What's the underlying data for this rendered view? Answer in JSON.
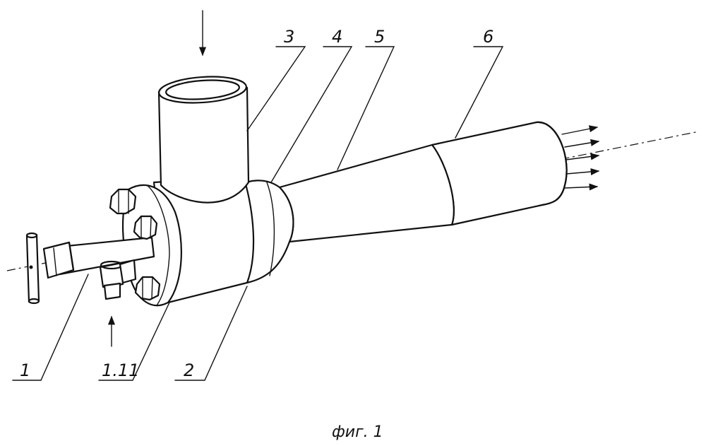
{
  "labels": {
    "part_1": "1",
    "part_1_11": "1.11",
    "part_2": "2",
    "part_3": "3",
    "part_4": "4",
    "part_5": "5",
    "part_6": "6"
  },
  "caption": "фиг. 1"
}
